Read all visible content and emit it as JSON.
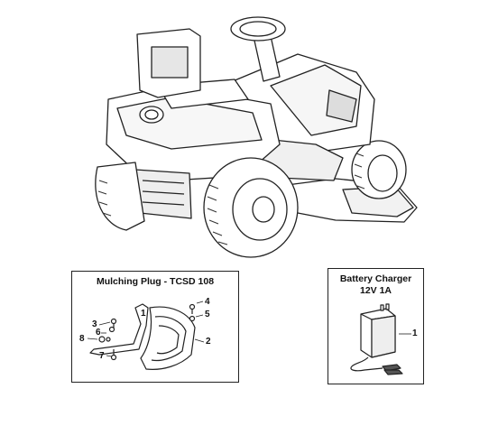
{
  "mulching_panel": {
    "title": "Mulching Plug - TCSD 108",
    "callouts": [
      "1",
      "2",
      "3",
      "4",
      "5",
      "6",
      "7",
      "8"
    ]
  },
  "battery_panel": {
    "title_line1": "Battery Charger",
    "title_line2": "12V 1A",
    "callouts": [
      "1"
    ]
  },
  "colors": {
    "line": "#222222",
    "background": "#ffffff",
    "shade": "#555555"
  }
}
